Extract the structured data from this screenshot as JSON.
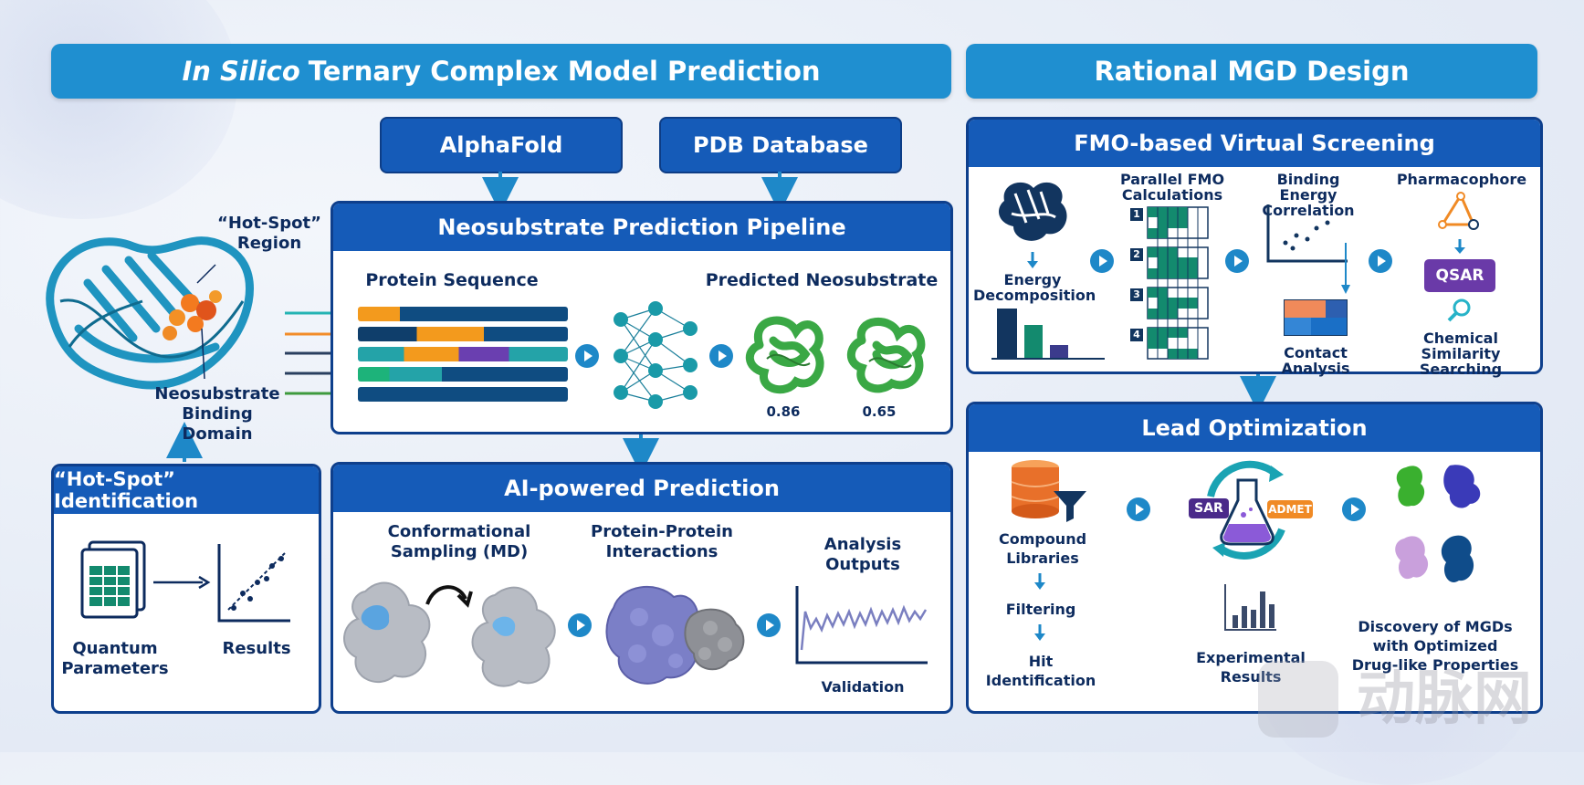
{
  "banners": {
    "left_italic": "In Silico",
    "left_rest": "Ternary Complex Model Prediction",
    "right": "Rational MGD Design"
  },
  "sources": {
    "alphafold": "AlphaFold",
    "pdb": "PDB Database"
  },
  "protein": {
    "hotspot_region": "“Hot-Spot” Region",
    "binding_domain": "Neosubstrate Binding Domain"
  },
  "pipeline": {
    "title": "Neosubstrate Prediction Pipeline",
    "sequence_label": "Protein Sequence",
    "predicted_label": "Predicted Neosubstrate",
    "scores": [
      "0.86",
      "0.65"
    ]
  },
  "hotspot": {
    "title": "“Hot-Spot” Identification",
    "quantum": "Quantum Parameters",
    "results": "Results"
  },
  "ai": {
    "title": "AI-powered Prediction",
    "sampling": "Conformational Sampling (MD)",
    "ppi": "Protein-Protein Interactions",
    "outputs": "Analysis Outputs",
    "validation": "Validation"
  },
  "fmo": {
    "title": "FMO-based Virtual Screening",
    "energy": "Energy Decomposition",
    "parallel": "Parallel FMO Calculations",
    "grid_numbers": [
      "1",
      "2",
      "3",
      "4"
    ],
    "binding": "Binding Energy Correlation",
    "contact": "Contact Analysis",
    "pharmacophore": "Pharmacophore",
    "qsar": "QSAR",
    "similarity": "Chemical Similarity Searching"
  },
  "lead": {
    "title": "Lead Optimization",
    "compound": "Compound Libraries",
    "filtering": "Filtering",
    "hit": "Hit Identification",
    "sar": "SAR",
    "admet": "ADMET",
    "experimental": "Experimental Results",
    "discovery": "Discovery of MGDs with Optimized Drug-like Properties"
  },
  "watermark": "动脉网",
  "colors": {
    "banner": "#1f8fd0",
    "header": "#155bb8",
    "arrow": "#1e88c8",
    "accent_green": "#138a6e"
  }
}
